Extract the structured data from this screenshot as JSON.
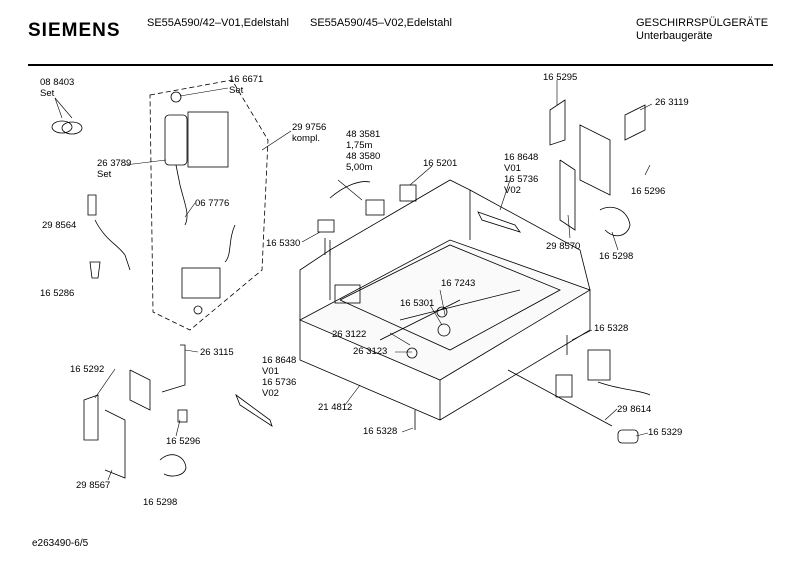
{
  "header": {
    "brand": "SIEMENS",
    "model_a": "SE55A590/42–V01,Edelstahl",
    "model_b": "SE55A590/45–V02,Edelstahl",
    "category": "GESCHIRRSPÜLGERÄTE",
    "subcategory": "Unterbaugeräte"
  },
  "parts": [
    {
      "id": "p1",
      "lines": [
        "08 8403",
        "Set"
      ]
    },
    {
      "id": "p2",
      "lines": [
        "16 6671",
        "Set"
      ]
    },
    {
      "id": "p3",
      "lines": [
        "29 9756",
        "kompl."
      ]
    },
    {
      "id": "p4",
      "lines": [
        "26 3789",
        "Set"
      ]
    },
    {
      "id": "p5",
      "lines": [
        "06 7776"
      ]
    },
    {
      "id": "p6",
      "lines": [
        "29 8564"
      ]
    },
    {
      "id": "p7",
      "lines": [
        "16 5286"
      ]
    },
    {
      "id": "p8",
      "lines": [
        "48 3581",
        "1,75m",
        "48 3580",
        "5,00m"
      ]
    },
    {
      "id": "p9",
      "lines": [
        "16 5201"
      ]
    },
    {
      "id": "p10",
      "lines": [
        "16 5330"
      ]
    },
    {
      "id": "p11",
      "lines": [
        "16 5295"
      ]
    },
    {
      "id": "p12",
      "lines": [
        "26 3119"
      ]
    },
    {
      "id": "p13",
      "lines": [
        "16 8648",
        "V01",
        "16 5736",
        "V02"
      ]
    },
    {
      "id": "p14",
      "lines": [
        "16 5296"
      ]
    },
    {
      "id": "p15",
      "lines": [
        "29 8570"
      ]
    },
    {
      "id": "p16",
      "lines": [
        "16 5298"
      ]
    },
    {
      "id": "p17",
      "lines": [
        "16 7243"
      ]
    },
    {
      "id": "p18",
      "lines": [
        "16 5301"
      ]
    },
    {
      "id": "p19",
      "lines": [
        "26 3122"
      ]
    },
    {
      "id": "p20",
      "lines": [
        "26 3123"
      ]
    },
    {
      "id": "p21",
      "lines": [
        "16 5328"
      ]
    },
    {
      "id": "p22",
      "lines": [
        "16 5292"
      ]
    },
    {
      "id": "p23",
      "lines": [
        "26 3115"
      ]
    },
    {
      "id": "p24",
      "lines": [
        "16 8648",
        "V01",
        "16 5736",
        "V02"
      ]
    },
    {
      "id": "p25",
      "lines": [
        "16 5296"
      ]
    },
    {
      "id": "p26",
      "lines": [
        "29 8567"
      ]
    },
    {
      "id": "p27",
      "lines": [
        "16 5298"
      ]
    },
    {
      "id": "p28",
      "lines": [
        "21 4812"
      ]
    },
    {
      "id": "p29",
      "lines": [
        "16 5328"
      ]
    },
    {
      "id": "p30",
      "lines": [
        "29 8614"
      ]
    },
    {
      "id": "p31",
      "lines": [
        "16 5329"
      ]
    }
  ],
  "footer": {
    "code": "e263490-6/5"
  }
}
